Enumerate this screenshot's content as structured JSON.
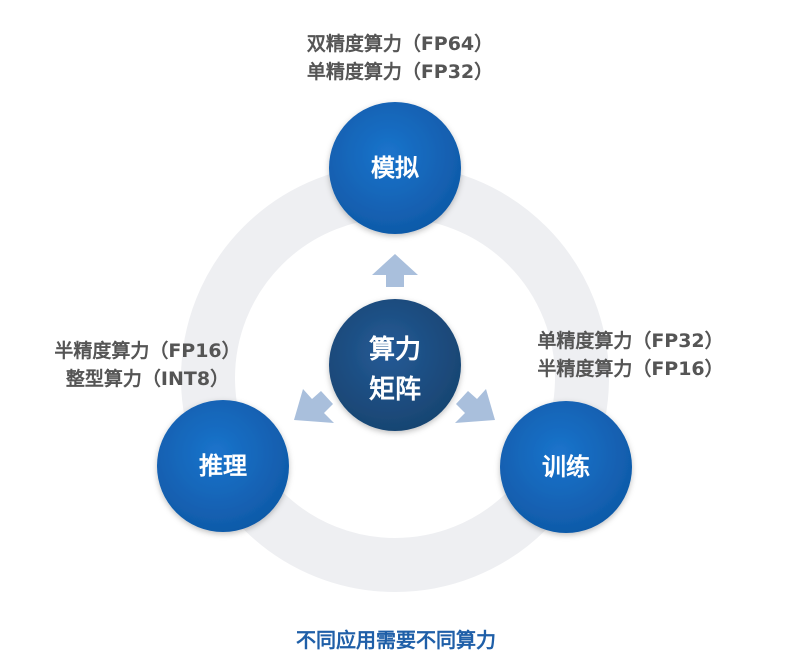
{
  "nodes": {
    "center": {
      "line1": "算力",
      "line2": "矩阵"
    },
    "top": {
      "label": "模拟",
      "annotations": [
        "双精度算力（FP64）",
        "单精度算力（FP32）"
      ]
    },
    "left": {
      "label": "推理",
      "annotations": [
        "半精度算力（FP16）",
        "整型算力（INT8）"
      ]
    },
    "right": {
      "label": "训练",
      "annotations": [
        "单精度算力（FP32）",
        "半精度算力（FP16）"
      ]
    }
  },
  "caption": "不同应用需要不同算力",
  "colors": {
    "node_blue": "#1565b8",
    "center_navy": "#1d4e86",
    "ring_gray": "#eeeff2",
    "arrow_light": "#a9bfdc",
    "caption_blue": "#1f5fa8",
    "annotation_gray": "#555555"
  }
}
